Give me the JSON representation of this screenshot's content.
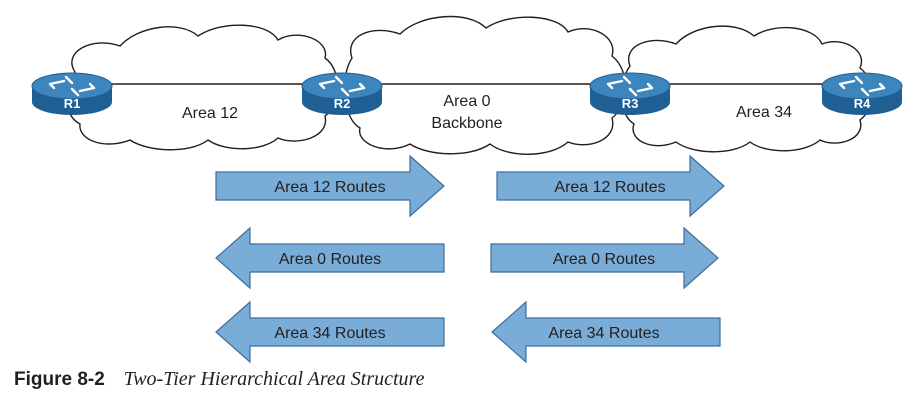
{
  "routers": [
    {
      "id": "r1",
      "label": "R1"
    },
    {
      "id": "r2",
      "label": "R2"
    },
    {
      "id": "r3",
      "label": "R3"
    },
    {
      "id": "r4",
      "label": "R4"
    }
  ],
  "areas": [
    {
      "id": "area-12",
      "lines": [
        "Area 12"
      ]
    },
    {
      "id": "area-0",
      "lines": [
        "Area 0",
        "Backbone"
      ]
    },
    {
      "id": "area-34",
      "lines": [
        "Area 34"
      ]
    }
  ],
  "arrows": [
    {
      "id": "left-area12",
      "label": "Area 12 Routes",
      "direction": "right"
    },
    {
      "id": "right-area12",
      "label": "Area 12 Routes",
      "direction": "right"
    },
    {
      "id": "left-area0",
      "label": "Area 0 Routes",
      "direction": "left"
    },
    {
      "id": "right-area0",
      "label": "Area 0 Routes",
      "direction": "right"
    },
    {
      "id": "left-area34",
      "label": "Area 34 Routes",
      "direction": "left"
    },
    {
      "id": "right-area34",
      "label": "Area 34 Routes",
      "direction": "left"
    }
  ],
  "caption": {
    "label": "Figure 8-2",
    "title": "Two-Tier Hierarchical Area Structure"
  },
  "colors": {
    "arrow_fill": "#79acd6",
    "arrow_stroke": "#3d6e9c",
    "router_fill": "#1f5f93",
    "router_top": "#3d85bd",
    "cloud_stroke": "#231f20"
  }
}
